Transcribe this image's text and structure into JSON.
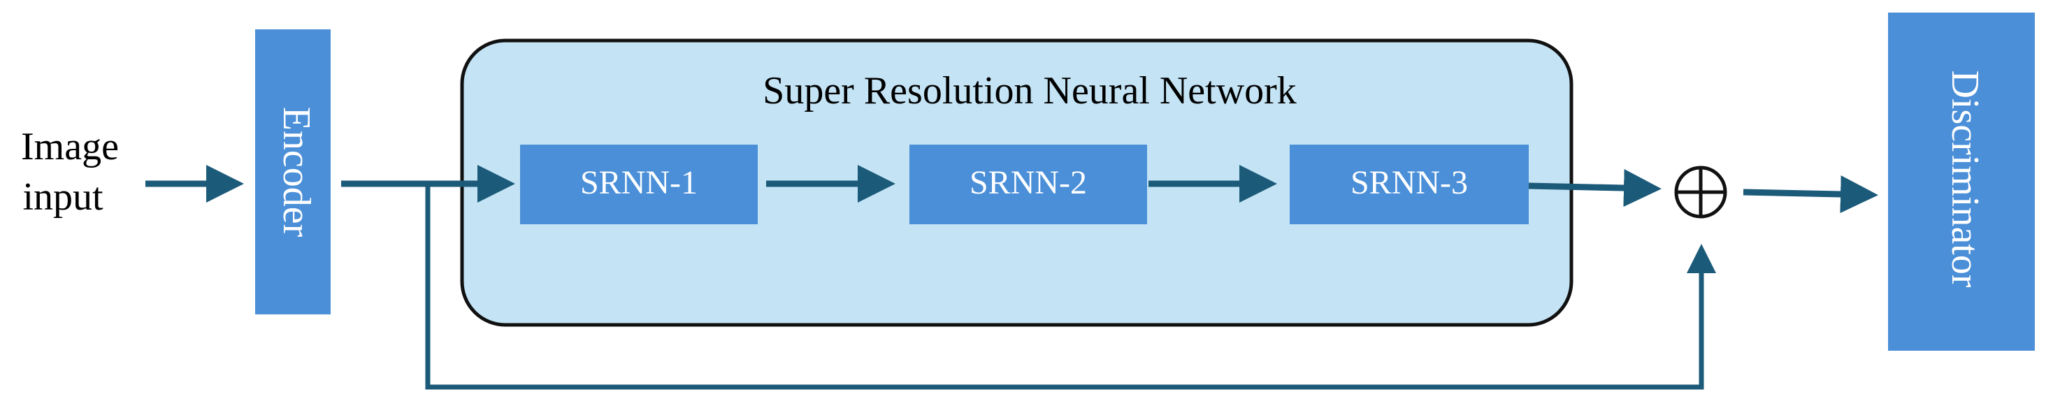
{
  "input": {
    "line1": "Image",
    "line2": "input"
  },
  "encoder": {
    "label": "Encoder"
  },
  "srnn_group": {
    "title": "Super Resolution Neural Network",
    "blocks": [
      {
        "label": "SRNN-1"
      },
      {
        "label": "SRNN-2"
      },
      {
        "label": "SRNN-3"
      }
    ]
  },
  "sum_node": {
    "symbol": "⊕"
  },
  "discriminator": {
    "label": "Discriminator"
  },
  "colors": {
    "block_fill": "#4a8fd8",
    "group_fill": "#c4e4f5",
    "group_stroke": "#111111",
    "arrow": "#1c5a7a",
    "block_text": "#ffffff",
    "text": "#000000"
  }
}
